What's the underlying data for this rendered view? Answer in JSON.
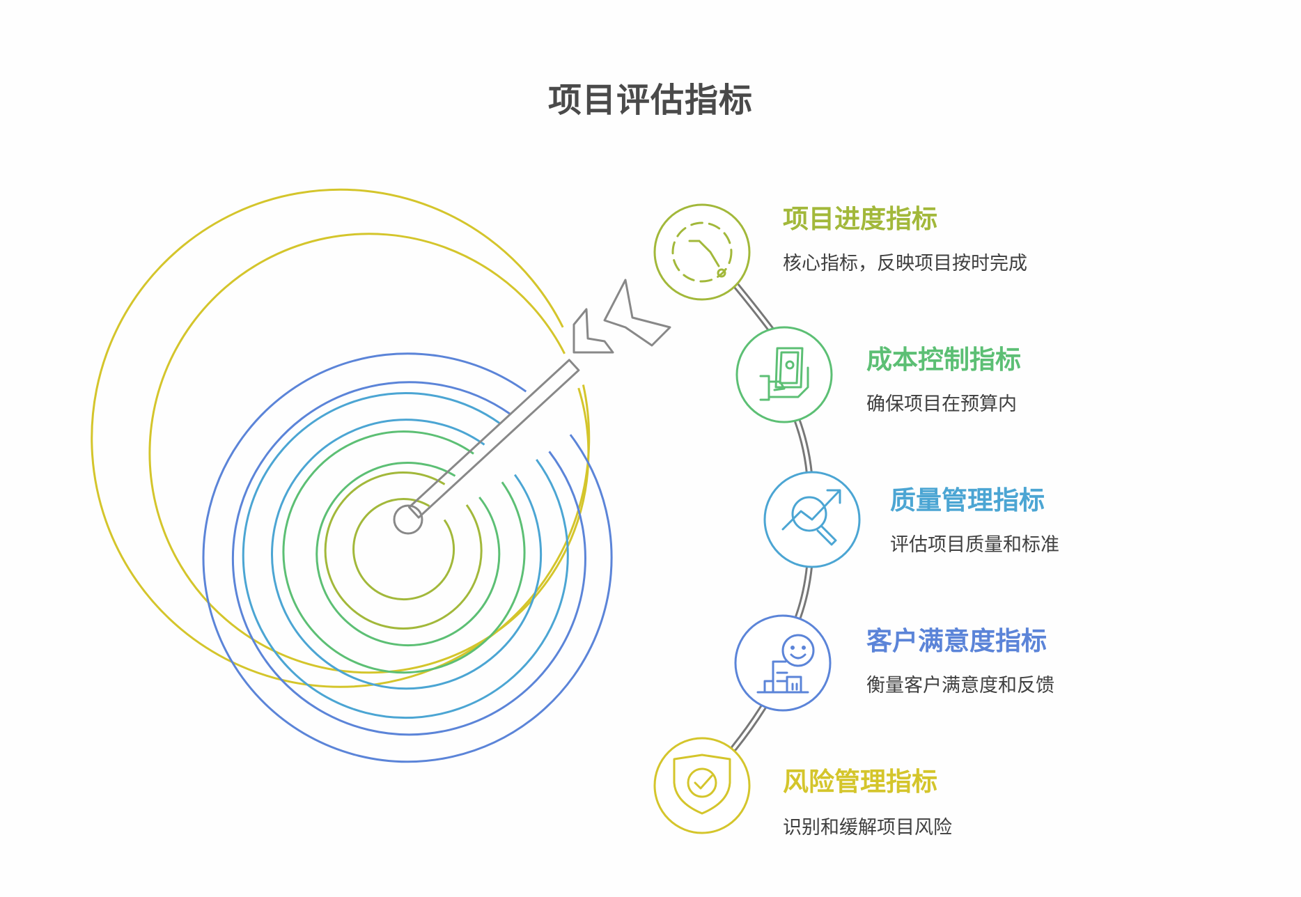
{
  "title": "项目评估指标",
  "colors": {
    "schedule": "#a2b83a",
    "cost": "#5cbf74",
    "quality": "#4ba5d3",
    "satisfaction": "#5b84d8",
    "risk": "#d4c52b",
    "arrow": "#888888",
    "connector": "#777777"
  },
  "items": [
    {
      "key": "schedule",
      "icon": "clock-dashed-icon",
      "title": "项目进度指标",
      "description": "核心指标，反映项目按时完成"
    },
    {
      "key": "cost",
      "icon": "hand-money-icon",
      "title": "成本控制指标",
      "description": "确保项目在预算内"
    },
    {
      "key": "quality",
      "icon": "magnifier-trend-icon",
      "title": "质量管理指标",
      "description": "评估项目质量和标准"
    },
    {
      "key": "satisfaction",
      "icon": "smiley-building-icon",
      "title": "客户满意度指标",
      "description": "衡量客户满意度和反馈"
    },
    {
      "key": "risk",
      "icon": "shield-check-icon",
      "title": "风险管理指标",
      "description": "识别和缓解项目风险"
    }
  ]
}
